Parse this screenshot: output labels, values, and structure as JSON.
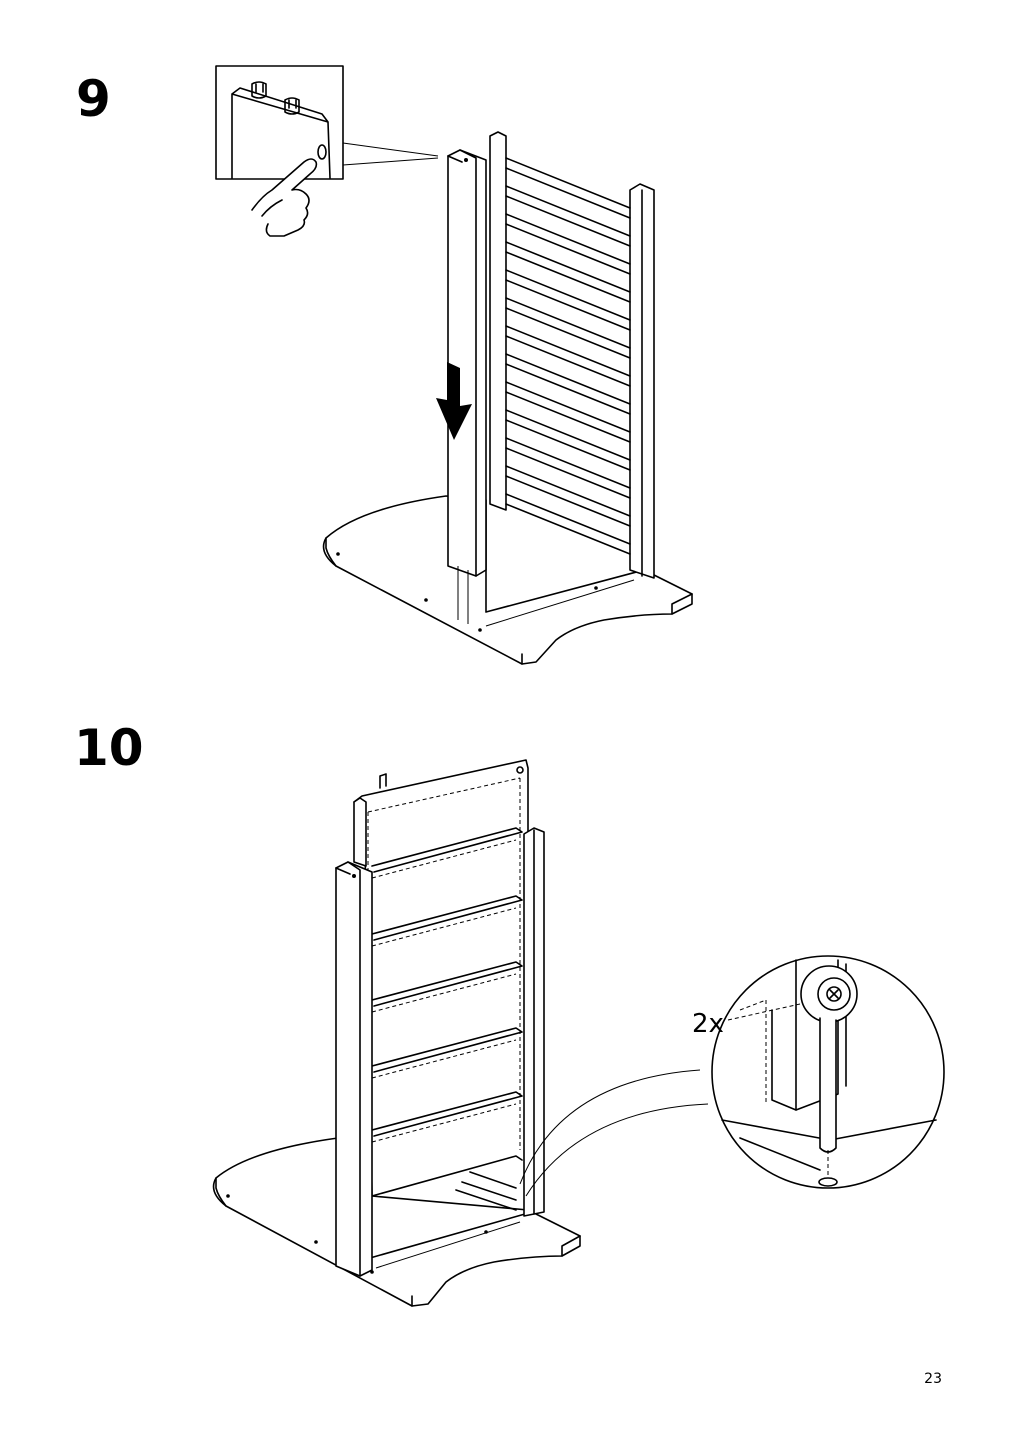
{
  "steps": [
    {
      "number": "9"
    },
    {
      "number": "10",
      "quantity_label": "2x"
    }
  ],
  "page_number": "23",
  "icons": [
    "finger-press-icon",
    "down-arrow-icon",
    "cam-lock-detail"
  ]
}
